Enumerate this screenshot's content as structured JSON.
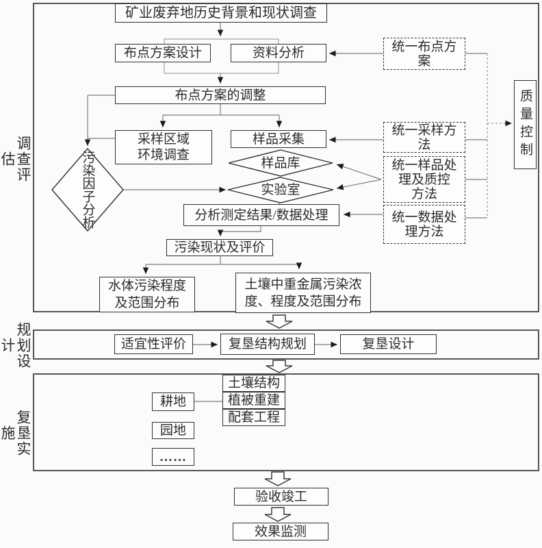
{
  "side_labels": {
    "survey_assessment": "调查评估",
    "planning_design": "规划设计",
    "reclamation_implementation": "复垦实施"
  },
  "stage1": {
    "history_survey": "矿业废弃地历史背景和现状调查",
    "layout_design": "布点方案设计",
    "data_analysis": "资料分析",
    "unified_layout_plan": "统一布点方\n案",
    "quality_control": "质量控制",
    "layout_adjustment": "布点方案的调整",
    "sampling_region_survey": "采样区域\n环境调查",
    "sample_collection": "样品采集",
    "unified_sampling_method": "统一采样方\n法",
    "sample_bank": "样品库",
    "laboratory": "实验室",
    "unified_sample_handling": "统一样品处\n理及质控\n方法",
    "analysis_results": "分析测定结果/数据处理",
    "unified_data_method": "统一数据处\n理方法",
    "pollution_status": "污染现状及评价",
    "water_pollution": "水体污染程度\n及范围分布",
    "soil_pollution": "土壤中重金属污染浓\n度、程度及范围分布",
    "pollution_factor_analysis": "污染因子分析"
  },
  "stage2": {
    "suitability_evaluation": "适宜性评价",
    "reclamation_structure_planning": "复垦结构规划",
    "reclamation_design": "复垦设计"
  },
  "stage3": {
    "farmland": "耕地",
    "garden": "园地",
    "ellipsis": "……",
    "soil_structure": "土壤结构",
    "vegetation_rebuild": "植被重建",
    "supporting_works": "配套工程"
  },
  "final": {
    "acceptance": "验收竣工",
    "effect_monitoring": "效果监测"
  }
}
